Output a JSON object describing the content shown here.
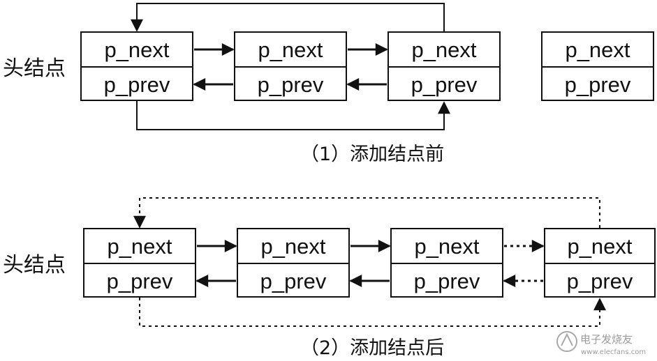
{
  "diagram": {
    "field_next": "p_next",
    "field_prev": "p_prev",
    "head_label": "头结点",
    "before": {
      "caption": "（1）添加结点前"
    },
    "after": {
      "caption": "（2）添加结点后"
    }
  },
  "watermark": {
    "text": "电子发烧友",
    "url": "www.elecfans.com"
  }
}
